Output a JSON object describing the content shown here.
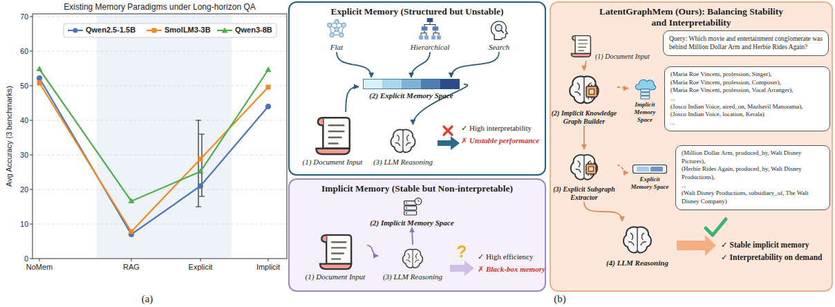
{
  "diagram": {
    "nodes": [
      {
        "text": [
          "Explicit Memory (Structured but Unstable)"
        ]
      },
      {
        "text": [
          "Flat"
        ],
        "in": 0
      },
      {
        "text": [
          "Hierarchical"
        ],
        "in": 0
      },
      {
        "text": [
          "Search"
        ],
        "in": 0
      },
      {
        "text": [
          "(2) Explicit Memory Space"
        ],
        "in": 0
      },
      {
        "text": [
          "(1) Document Input"
        ],
        "in": 0
      },
      {
        "text": [
          "(3) LLM Reasoning"
        ],
        "in": 0
      },
      {
        "text": [
          "Implicit Memory (Stable but Non-interpretable)"
        ]
      },
      {
        "text": [
          "(2) Implicit Memory Space"
        ],
        "in": 7
      },
      {
        "text": [
          "(1) Document Input"
        ],
        "in": 7
      },
      {
        "text": [
          "(3) LLM Reasoning"
        ],
        "in": 7
      },
      {
        "text": [
          "LatentGraphMem (Ours): Balancing Stability and Interpretability"
        ]
      },
      {
        "text": [
          "(1) Document Input"
        ],
        "in": 11
      },
      {
        "text": [
          "Query: Which movie and entertainment conglomerate was behind Million Dollar Arm and Herbie Rides Again?"
        ],
        "in": 11
      },
      {
        "text": [
          "(2) Implicit Knowledge Graph Builder"
        ],
        "in": 11
      },
      {
        "text": [
          "Implicit Memory Space"
        ],
        "in": 11
      },
      {
        "text": [
          "(Maria Roe Vincent, profession, Singer),",
          "(Maria Roe Vincent, profession, Composer),",
          "(Maria Roe Vincent, profession, Vocal Arranger),",
          "...",
          "(Josco Indian Voice, aired_on, Mazhavil Manorama),",
          "(Josco Indian Voice, location, Kerala)",
          "..."
        ],
        "in": 11
      },
      {
        "text": [
          "(3) Explicit Subgraph Extractor"
        ],
        "in": 11
      },
      {
        "text": [
          "Explicit Memory Space"
        ],
        "in": 11
      },
      {
        "text": [
          "(Million Dollar Arm, produced_by, Walt Disney Pictures),",
          "(Herbie Rides Again, produced_by, Walt Disney Productions),",
          "...",
          "(Walt Disney Productions, subsidiary_of, The Walt Disney Company)"
        ],
        "in": 11
      },
      {
        "text": [
          "(4) LLM Reasoning"
        ],
        "in": 11
      }
    ],
    "edges": [
      {
        "from": 1,
        "to": 4,
        "arrow": "to"
      },
      {
        "from": 2,
        "to": 4,
        "arrow": "to"
      },
      {
        "from": 3,
        "to": 4,
        "arrow": "to"
      },
      {
        "from": 5,
        "to": 4,
        "arrow": "to"
      },
      {
        "from": 4,
        "to": 6,
        "arrow": "to"
      },
      {
        "from": 9,
        "to": 10,
        "arrow": "to"
      },
      {
        "from": 10,
        "to": 8,
        "arrow": "to"
      },
      {
        "from": 12,
        "to": 14,
        "arrow": "to"
      },
      {
        "from": 14,
        "to": 15,
        "arrow": "to"
      },
      {
        "from": 14,
        "to": 17,
        "arrow": "to"
      },
      {
        "from": 17,
        "to": 18,
        "arrow": "to"
      },
      {
        "from": 17,
        "to": 20,
        "arrow": "to"
      }
    ],
    "labels": [
      "Existing Memory Paradigms under Long-horizon QA",
      "Avg Accuracy (3 benchmarks)",
      "0",
      "10",
      "20",
      "30",
      "40",
      "50",
      "60",
      "70",
      "NoMem",
      "RAG",
      "Explicit",
      "Implicit",
      "(a)",
      "(b)",
      "✓ High interpretability",
      "✗ Unstable performance",
      "?",
      "✓ High efficiency",
      "✗ Black-box memory",
      "✓ Stable implicit memory",
      "✓ Interpretability on demand"
    ],
    "legend": [
      {
        "text": "Qwen2.5-1.5B"
      },
      {
        "text": "SmolLM3-3B"
      },
      {
        "text": "Qwen3-8B"
      }
    ]
  }
}
